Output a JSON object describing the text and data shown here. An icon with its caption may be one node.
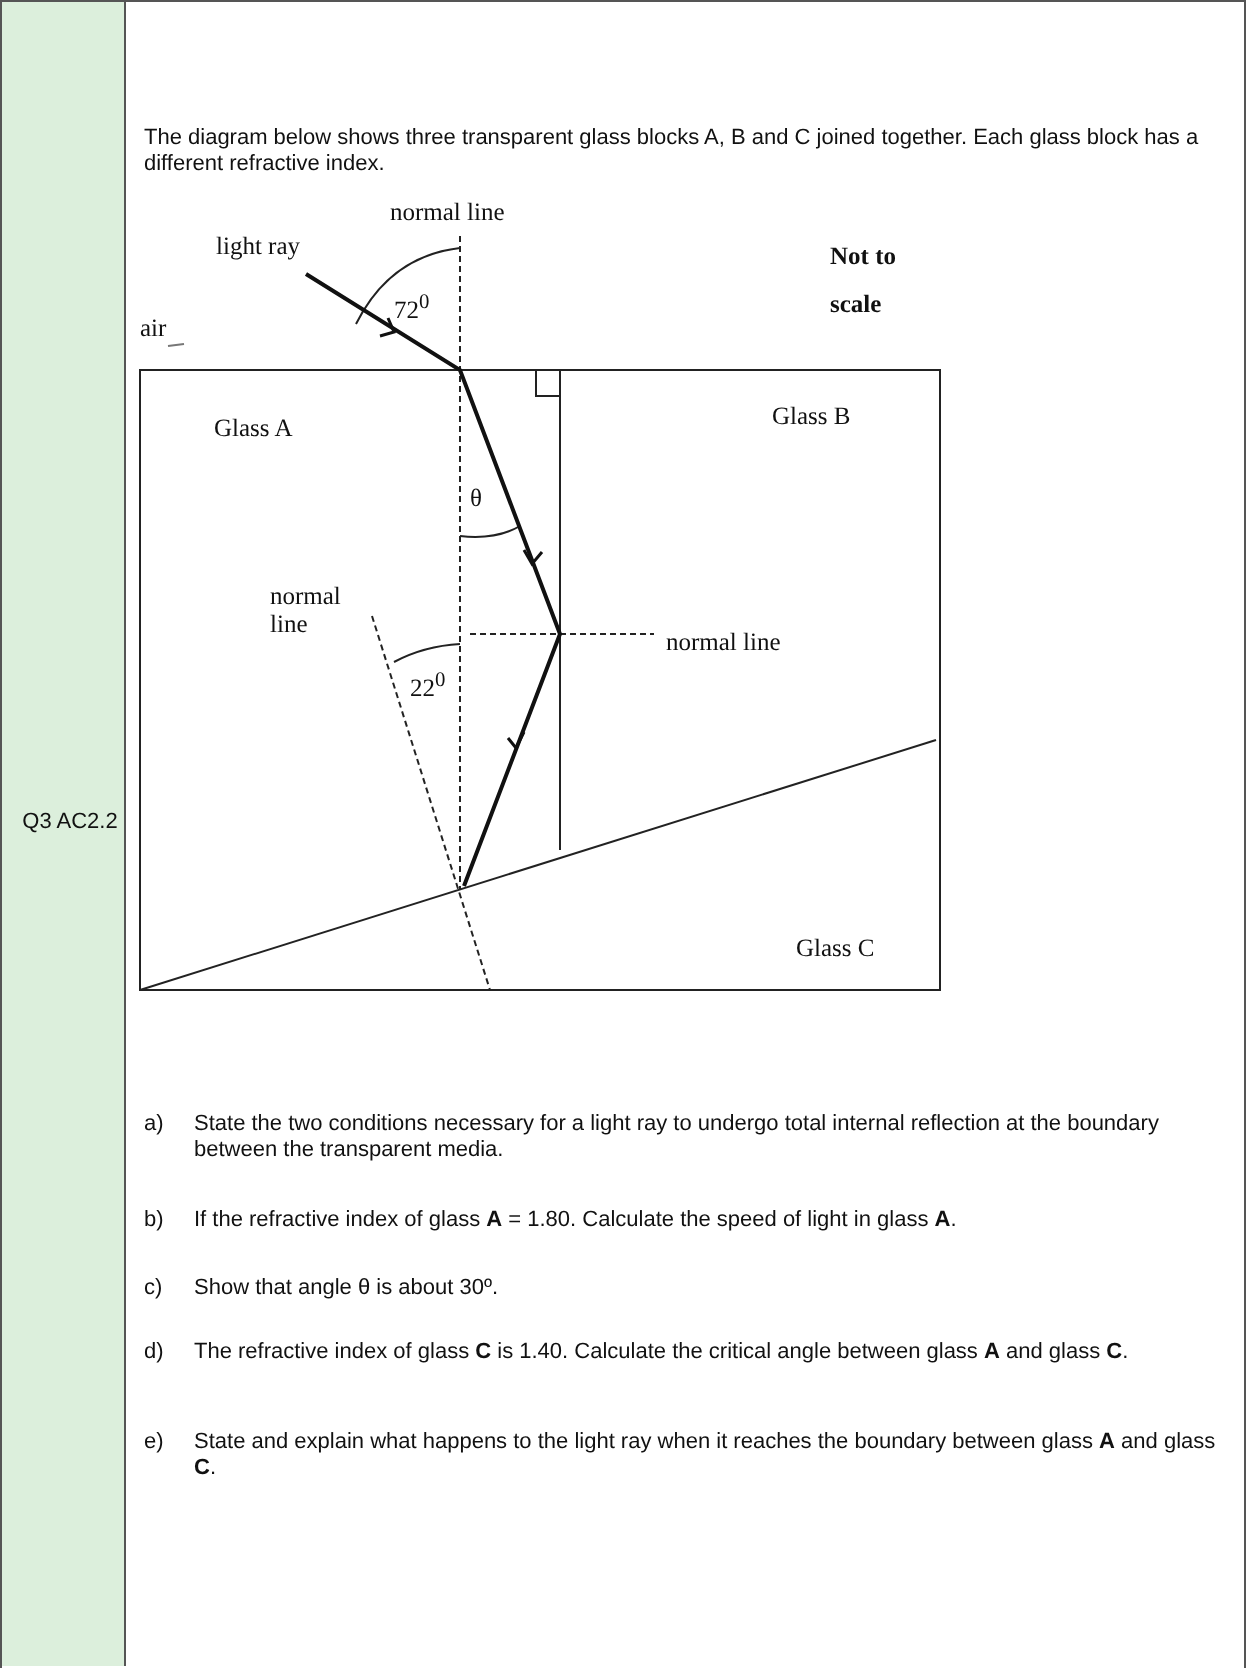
{
  "diagram": {
    "labels": [
      "Q3 AC2.2",
      "The diagram below shows three transparent glass blocks A, B and C joined together. Each glass block has a different refractive index.",
      "normal line",
      "light ray",
      "Not to scale",
      "72$^{0}$",
      "air",
      "Glass A",
      "Glass B",
      "θ",
      "normal line",
      "22$^{0}$",
      "normal line",
      "Glass C",
      "a)",
      "State the two conditions necessary for a light ray to undergo total internal reflection at the boundary between the transparent media.",
      "b)",
      "If the refractive index of glass **A** = 1.80. Calculate the speed of light in glass **A**.",
      "c)",
      "Show that angle θ is about 30º.",
      "d)",
      "The refractive index of glass **C** is 1.40. Calculate the critical angle between glass **A** and glass **C**.",
      "e)",
      "State and explain what happens to the light ray when it reaches the boundary between glass **A** and glass **C**."
    ]
  }
}
